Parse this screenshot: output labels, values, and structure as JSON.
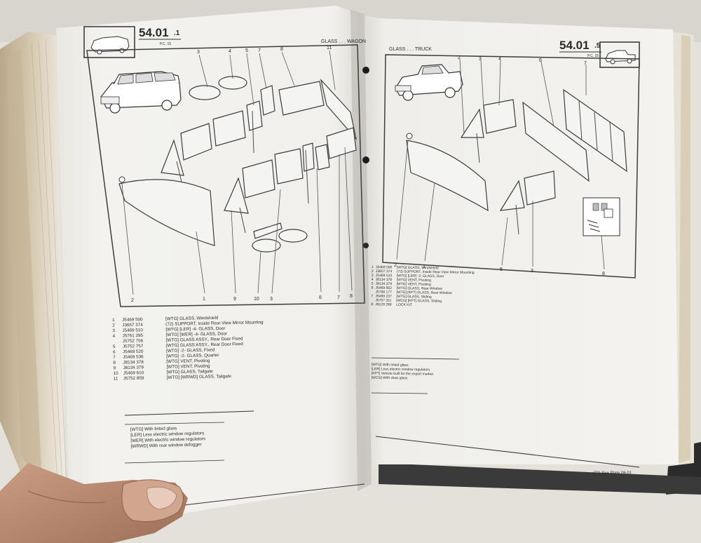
{
  "left_page": {
    "header": {
      "plate_number": "54.01",
      "plate_suffix": ".1",
      "plate_ref": "P.C. 15",
      "section_title": "GLASS . . . WAGON"
    },
    "callouts_top": [
      "3",
      "4",
      "5",
      "7",
      "8",
      "11"
    ],
    "callouts_bottom": [
      "2",
      "1",
      "9",
      "10",
      "3",
      "6",
      "7",
      "8"
    ],
    "parts": [
      {
        "no": "1",
        "part": "J5469 500",
        "desc": "[WTG] GLASS, Windshield"
      },
      {
        "no": "2",
        "part": "J3657 374",
        "desc": "(72) SUPPORT, Inside Rear View Mirror Mounting"
      },
      {
        "no": "3",
        "part": "J5469 510",
        "desc": "[WTG] [LER] -4- GLASS, Door"
      },
      {
        "no": "4",
        "part": "J5761 295",
        "desc": "[WTG] [WER] -4- GLASS, Door"
      },
      {
        "no": "",
        "part": "J5752 756",
        "desc": "[WTG] GLASS ASSY., Rear Door Fixed"
      },
      {
        "no": "5",
        "part": "J5752 757",
        "desc": "[WTG] GLASS ASSY., Rear Door Fixed"
      },
      {
        "no": "6",
        "part": "J5469 520",
        "desc": "[WTG] -2- GLASS, Fixed"
      },
      {
        "no": "7",
        "part": "J5469 536",
        "desc": "[WTG] -2- GLASS, Quarter"
      },
      {
        "no": "8",
        "part": "J8134 378",
        "desc": "[WTG] VENT, Pivoting"
      },
      {
        "no": "9",
        "part": "J8134 379",
        "desc": "[WTG] VENT, Pivoting"
      },
      {
        "no": "10",
        "part": "J5469 610",
        "desc": "[WTG] GLASS, Tailgate"
      },
      {
        "no": "11",
        "part": "J5752 859",
        "desc": "[WTG] [WRWD] GLASS, Tailgate"
      }
    ],
    "legend": [
      "[WTG] With tinted glass",
      "[LER] Less electric window regulators",
      "[WER] With electric window regulators",
      "[WRWD] With rear window defogger"
    ]
  },
  "right_page": {
    "header": {
      "plate_number": "54.01",
      "plate_suffix": ".5",
      "plate_ref": "P.C. 15",
      "section_title": "GLASS . . . TRUCK"
    },
    "callouts_top": [
      "2",
      "3",
      "4",
      "6",
      "7"
    ],
    "callouts_bottom": [
      "2",
      "1",
      "5",
      "3",
      "8"
    ],
    "parts": [
      {
        "no": "1",
        "part": "J5469 500",
        "desc": "[WTG] GLASS, Windshield"
      },
      {
        "no": "2",
        "part": "J3657 374",
        "desc": "(72) SUPPORT, Inside Rear View Mirror Mounting"
      },
      {
        "no": "3",
        "part": "J5469 510",
        "desc": "[WTG] [LER] -2- GLASS, Door"
      },
      {
        "no": "4",
        "part": "J8134 378",
        "desc": "[WTG] VENT, Pivoting"
      },
      {
        "no": "5",
        "part": "J8134 379",
        "desc": "[WTG] VENT, Pivoting"
      },
      {
        "no": "6",
        "part": "J5469 602",
        "desc": "[WTG] GLASS, Rear Window"
      },
      {
        "no": "",
        "part": "J5796 177",
        "desc": "[WTG] [KPT] GLASS, Rear Window"
      },
      {
        "no": "7",
        "part": "J5469 237",
        "desc": "[WTG] GLASS, Sliding"
      },
      {
        "no": "",
        "part": "J5757 311",
        "desc": "[WCG] [KPT] GLASS, Sliding"
      },
      {
        "no": "8",
        "part": "J8129 269",
        "desc": "LOCK KIT"
      }
    ],
    "legend": [
      "[WTG] With tinted glass",
      "[LER] Less electric window regulators",
      "[KPT] Vehicle built for the export market",
      "[WCG] With clear glass"
    ],
    "footer_note": "(72) See Plate 06.01"
  }
}
